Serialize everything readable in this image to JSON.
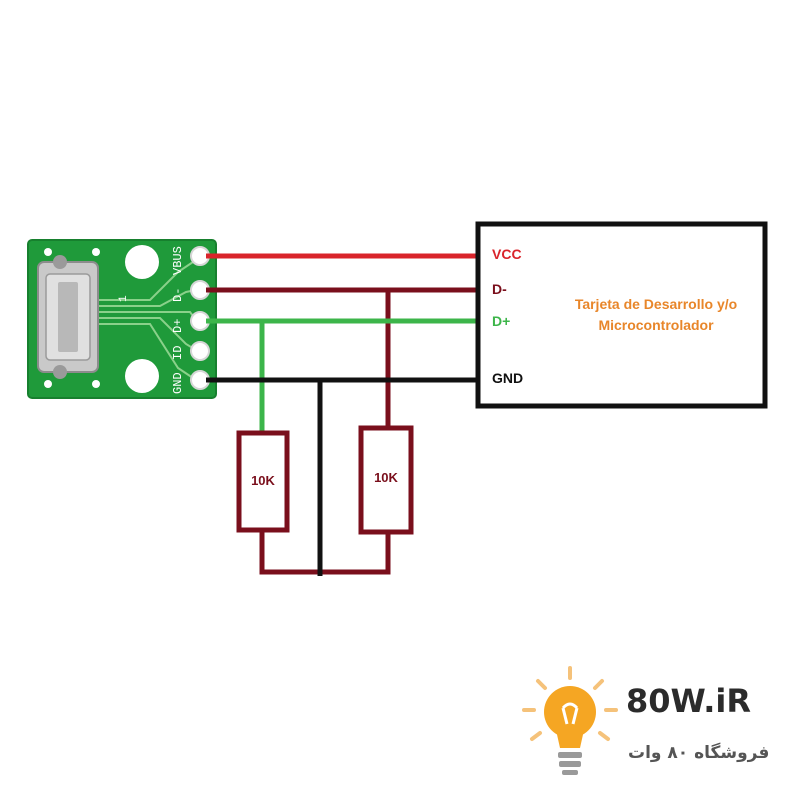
{
  "board": {
    "pin_labels": [
      "VBUS",
      "D-",
      "D+",
      "ID",
      "GND"
    ],
    "pin1_marker": "1"
  },
  "microcontroller": {
    "pins": [
      "VCC",
      "D-",
      "D+",
      "GND"
    ],
    "title_line1": "Tarjeta de Desarrollo y/o",
    "title_line2": "Microcontrolador"
  },
  "resistors": [
    {
      "value": "10K",
      "connects": "D+ to GND"
    },
    {
      "value": "10K",
      "connects": "D- to GND"
    }
  ],
  "watermark": {
    "brand": "80W.iR",
    "tagline": "فروشگاه ۸۰ وات"
  },
  "colors": {
    "vcc": "#d9242b",
    "d_minus": "#7a0f1c",
    "d_plus": "#3cb54a",
    "gnd": "#111111",
    "resistor": "#7a0f1c",
    "board": "#1f9a3a",
    "label_orange": "#e8862a",
    "label_vcc": "#d9242b",
    "label_dminus": "#7a0f1c",
    "label_dplus": "#3cb54a",
    "bulb": "#f5a623"
  }
}
